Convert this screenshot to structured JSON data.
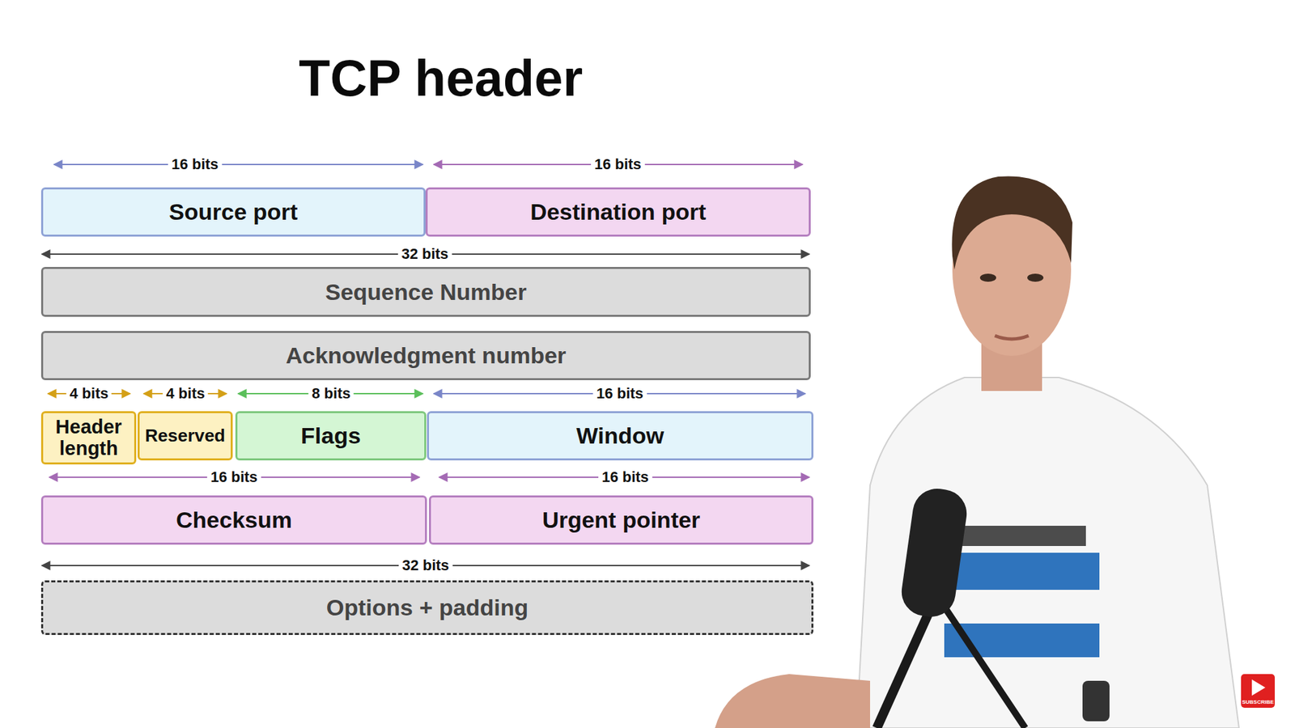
{
  "diagram": {
    "title": "TCP header",
    "nodes": [
      {
        "text": [
          "Source port"
        ]
      },
      {
        "text": [
          "Destination port"
        ]
      },
      {
        "text": [
          "Sequence Number"
        ]
      },
      {
        "text": [
          "Acknowledgment number"
        ]
      },
      {
        "text": [
          "Header length"
        ]
      },
      {
        "text": [
          "Reserved"
        ]
      },
      {
        "text": [
          "Flags"
        ]
      },
      {
        "text": [
          "Window"
        ]
      },
      {
        "text": [
          "Checksum"
        ]
      },
      {
        "text": [
          "Urgent pointer"
        ]
      },
      {
        "text": [
          "Options + padding"
        ]
      }
    ],
    "labels": [
      "16 bits",
      "16 bits",
      "32 bits",
      "4 bits",
      "4 bits",
      "8 bits",
      "16 bits",
      "16 bits",
      "16 bits",
      "32 bits",
      "SUBSCRIBE"
    ]
  }
}
